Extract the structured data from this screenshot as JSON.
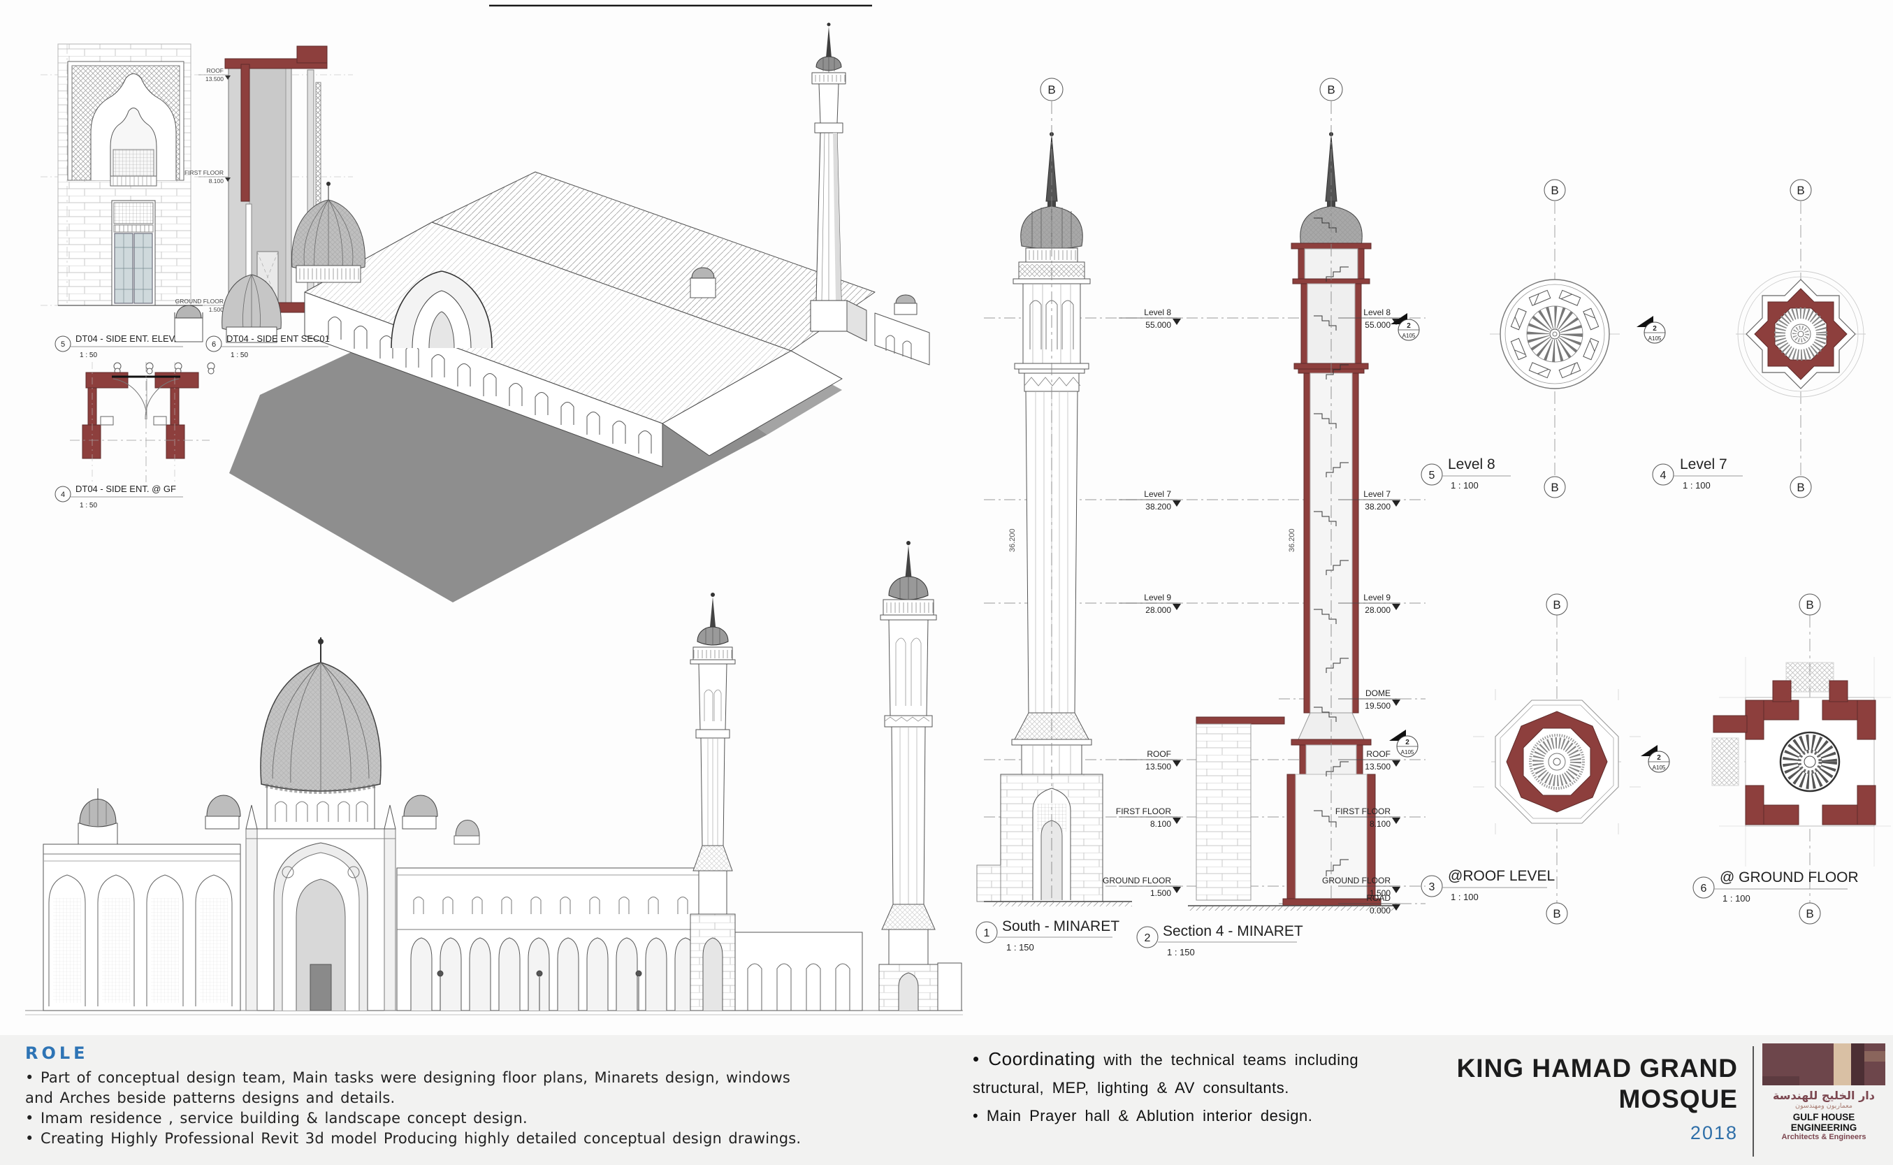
{
  "colors": {
    "maroon": "#8d3f3d",
    "maroon_dark": "#5f2b2a",
    "blue": "#2e74b5",
    "footer_bg": "#f2f2f1"
  },
  "grid": {
    "letter": "B"
  },
  "section_marker": {
    "num": "2",
    "sheet": "A105"
  },
  "dim": {
    "shaft": "36.200"
  },
  "views": {
    "dt04_elev": {
      "num": "5",
      "title": "DT04 - SIDE ENT. ELEV.",
      "scale": "1 : 50"
    },
    "dt04_sec": {
      "num": "6",
      "title": "DT04 - SIDE ENT SEC01",
      "scale": "1 : 50"
    },
    "dt04_gf": {
      "num": "4",
      "title": "DT04 - SIDE ENT. @ GF",
      "scale": "1 : 50"
    },
    "south_minaret": {
      "num": "1",
      "title": "South - MINARET",
      "scale": "1 : 150"
    },
    "section_minaret": {
      "num": "2",
      "title": "Section 4 - MINARET",
      "scale": "1 : 150"
    },
    "level8": {
      "num": "5",
      "title": "Level 8",
      "scale": "1 : 100"
    },
    "level7": {
      "num": "4",
      "title": "Level 7",
      "scale": "1 : 100"
    },
    "roof_level": {
      "num": "3",
      "title": "@ROOF LEVEL",
      "scale": "1 : 100"
    },
    "ground_floor": {
      "num": "6",
      "title": "@ GROUND FLOOR",
      "scale": "1 : 100"
    }
  },
  "levels": {
    "left": [
      {
        "name": "Level 8",
        "elev": "55.000"
      },
      {
        "name": "Level 7",
        "elev": "38.200"
      },
      {
        "name": "Level 9",
        "elev": "28.000"
      },
      {
        "name": "ROOF",
        "elev": "13.500"
      },
      {
        "name": "FIRST FLOOR",
        "elev": "8.100"
      },
      {
        "name": "GROUND FLOOR",
        "elev": "1.500"
      }
    ],
    "right": [
      {
        "name": "Level 8",
        "elev": "55.000"
      },
      {
        "name": "Level 7",
        "elev": "38.200"
      },
      {
        "name": "Level 9",
        "elev": "28.000"
      },
      {
        "name": "DOME",
        "elev": "19.500"
      },
      {
        "name": "ROOF",
        "elev": "13.500"
      },
      {
        "name": "FIRST FLOOR",
        "elev": "8.100"
      },
      {
        "name": "GROUND FLOOR",
        "elev": "1.500"
      },
      {
        "name": "ROAD",
        "elev": "0.000"
      }
    ]
  },
  "detail_levels": [
    {
      "name": "ROOF",
      "elev": "13.500"
    },
    {
      "name": "FIRST FLOOR",
      "elev": "8.100"
    },
    {
      "name": "GROUND FLOOR",
      "elev": "1.500"
    }
  ],
  "footer": {
    "role_title": "ROLE",
    "role_bullets": [
      "• Part of conceptual design team, Main tasks were designing floor plans, Minarets design, windows",
      "and Arches beside patterns designs and details.",
      "• Imam residence , service building & landscape concept design.",
      "• Creating Highly Professional Revit 3d model Producing highly detailed conceptual design drawings."
    ],
    "coord_lead": "• Coordinating",
    "coord_rest": " with the technical teams including",
    "coord_line2": "structural, MEP, lighting & AV consultants.",
    "coord_line3": "• Main Prayer hall & Ablution interior design.",
    "project_title_line1": "KING HAMAD GRAND",
    "project_title_line2": "MOSQUE",
    "year": "2018",
    "logo": {
      "arabic_main": "دار الخليج للهندسة",
      "arabic_sub": "معماريون ومهندسون",
      "name": "GULF HOUSE ENGINEERING",
      "tagline": "Architects & Engineers"
    }
  }
}
